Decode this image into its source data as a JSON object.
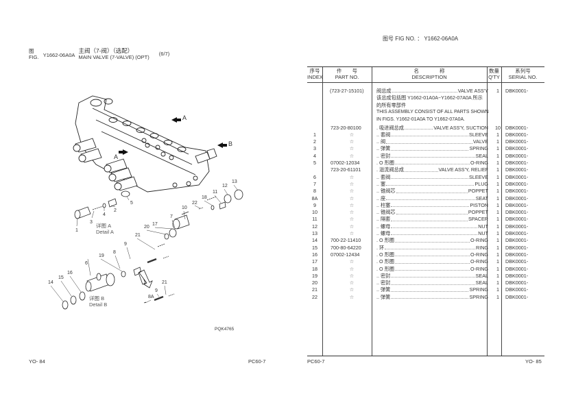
{
  "left_page": {
    "fig_label_cn": "图",
    "fig_label_en": "FIG.",
    "fig_code": "Y1662-06A0A",
    "title_cn": "主阀（7-阀）（选配）",
    "title_en": "MAIN VALVE (7-VALVE) (OPT)",
    "sheet": "(6/7)",
    "footer_left": "YO- 84",
    "footer_right": "PC60-7",
    "diagram": {
      "drawing_code": "PQK4765",
      "arrow_labels": [
        "A",
        "A",
        "B"
      ],
      "detail_a_cn": "详图 A",
      "detail_a_en": "Detail A",
      "detail_b_cn": "详图 B",
      "detail_b_en": "Detail B",
      "callouts": [
        "1",
        "2",
        "3",
        "4",
        "5",
        "6",
        "7",
        "8",
        "8A",
        "9",
        "9",
        "10",
        "11",
        "12",
        "13",
        "14",
        "15",
        "16",
        "17",
        "18",
        "19",
        "20",
        "21",
        "21",
        "22"
      ]
    }
  },
  "right_page": {
    "fig_no_cn": "图号",
    "fig_no_label": "FIG NO.",
    "fig_no_sep": "：",
    "fig_no_value": "Y1662-06A0A",
    "footer_left": "PC60-7",
    "footer_right": "YO- 85",
    "table": {
      "headers": {
        "index_cn": "序号",
        "index_en": "INDEX",
        "part_cn": "件　　号",
        "part_en": "PART NO.",
        "desc_cn": "名　　　　称",
        "desc_en": "DESCRIPTION",
        "qty_cn": "数量",
        "qty_en": "Q'TY",
        "serial_cn": "系列号",
        "serial_en": "SERIAL NO."
      },
      "assembly": {
        "part": "(723-27-15101)",
        "desc_cn": "阀总成",
        "desc_en": "VALVE ASS'Y",
        "qty": "1",
        "serial": "DBK0001-",
        "note_lines": [
          "该总成包括图  Y1662-01A0A~Y1662-07A0A  所示",
          "的所有零部件",
          "THIS ASSEMBLY CONSIST OF ALL PARTS SHOWN",
          "IN FIGS. Y1662-01A0A TO Y1662-07A0A."
        ]
      },
      "rows": [
        {
          "index": "",
          "part": "723-20-80100",
          "desc_cn": ". 吸进阀总成",
          "desc_en": "VALVE ASS'Y, SUCTION",
          "qty": "10",
          "serial": "DBK0001-"
        },
        {
          "index": "1",
          "part": "☆",
          "desc_cn": ".. 套阀",
          "desc_en": "SLEEVE",
          "qty": "1",
          "serial": "DBK0001-"
        },
        {
          "index": "2",
          "part": "☆",
          "desc_cn": ".. 阀",
          "desc_en": "VALVE",
          "qty": "1",
          "serial": "DBK0001-"
        },
        {
          "index": "3",
          "part": "☆",
          "desc_cn": ".. 弹簧",
          "desc_en": "SPRING",
          "qty": "1",
          "serial": "DBK0001-"
        },
        {
          "index": "4",
          "part": "☆",
          "desc_cn": ".. 密封",
          "desc_en": "SEAL",
          "qty": "1",
          "serial": "DBK0001-"
        },
        {
          "index": "5",
          "part": "07002-12034",
          "desc_cn": ". O 形圈",
          "desc_en": "O-RING",
          "qty": "1",
          "serial": "DBK0001-"
        },
        {
          "index": "",
          "part": "723-20-61101",
          "desc_cn": ". 溢流阀总成",
          "desc_en": "VALVE ASS'Y, RELIEF",
          "qty": "1",
          "serial": "DBK0001-"
        },
        {
          "index": "6",
          "part": "☆",
          "desc_cn": ".. 套阀",
          "desc_en": "SLEEVE",
          "qty": "1",
          "serial": "DBK0001-"
        },
        {
          "index": "7",
          "part": "☆",
          "desc_cn": ".. 塞",
          "desc_en": "PLUG",
          "qty": "1",
          "serial": "DBK0001-"
        },
        {
          "index": "8",
          "part": "☆",
          "desc_cn": ".. 锥阀芯",
          "desc_en": "POPPET",
          "qty": "1",
          "serial": "DBK0001-"
        },
        {
          "index": "8A",
          "part": "☆",
          "desc_cn": ".. 座",
          "desc_en": "SEAT",
          "qty": "1",
          "serial": "DBK0001-"
        },
        {
          "index": "9",
          "part": "☆",
          "desc_cn": ".. 柱塞",
          "desc_en": "PISTON",
          "qty": "1",
          "serial": "DBK0001-"
        },
        {
          "index": "10",
          "part": "☆",
          "desc_cn": ".. 锥阀芯",
          "desc_en": "POPPET",
          "qty": "1",
          "serial": "DBK0001-"
        },
        {
          "index": "11",
          "part": "☆",
          "desc_cn": ".. 隔套",
          "desc_en": "SPACER",
          "qty": "1",
          "serial": "DBK0001-"
        },
        {
          "index": "12",
          "part": "☆",
          "desc_cn": ".. 螺母",
          "desc_en": "NUT",
          "qty": "1",
          "serial": "DBK0001-"
        },
        {
          "index": "13",
          "part": "☆",
          "desc_cn": ".. 螺母",
          "desc_en": "NUT",
          "qty": "1",
          "serial": "DBK0001-"
        },
        {
          "index": "14",
          "part": "700-22-11410",
          "desc_cn": ". O 形圈",
          "desc_en": "O-RING",
          "qty": "1",
          "serial": "DBK0001-"
        },
        {
          "index": "15",
          "part": "700-80-64220",
          "desc_cn": ". 环",
          "desc_en": "RING",
          "qty": "1",
          "serial": "DBK0001-"
        },
        {
          "index": "16",
          "part": "07002-12434",
          "desc_cn": ". O 形圈",
          "desc_en": "O-RING",
          "qty": "1",
          "serial": "DBK0001-"
        },
        {
          "index": "17",
          "part": "☆",
          "desc_cn": ". O 形圈",
          "desc_en": "O-RING",
          "qty": "1",
          "serial": "DBK0001-"
        },
        {
          "index": "18",
          "part": "☆",
          "desc_cn": ". O 形圈",
          "desc_en": "O-RING",
          "qty": "1",
          "serial": "DBK0001-"
        },
        {
          "index": "19",
          "part": "☆",
          "desc_cn": ".. 密封",
          "desc_en": "SEAL",
          "qty": "1",
          "serial": "DBK0001-"
        },
        {
          "index": "20",
          "part": "☆",
          "desc_cn": ".. 密封",
          "desc_en": "SEAL",
          "qty": "1",
          "serial": "DBK0001-"
        },
        {
          "index": "21",
          "part": "☆",
          "desc_cn": ".. 弹簧",
          "desc_en": "SPRING",
          "qty": "1",
          "serial": "DBK0001-"
        },
        {
          "index": "22",
          "part": "☆",
          "desc_cn": ".. 弹簧",
          "desc_en": "SPRING",
          "qty": "1",
          "serial": "DBK0001-"
        }
      ]
    }
  },
  "colors": {
    "ink": "#222222",
    "rule": "#444444",
    "paper": "#ffffff"
  }
}
